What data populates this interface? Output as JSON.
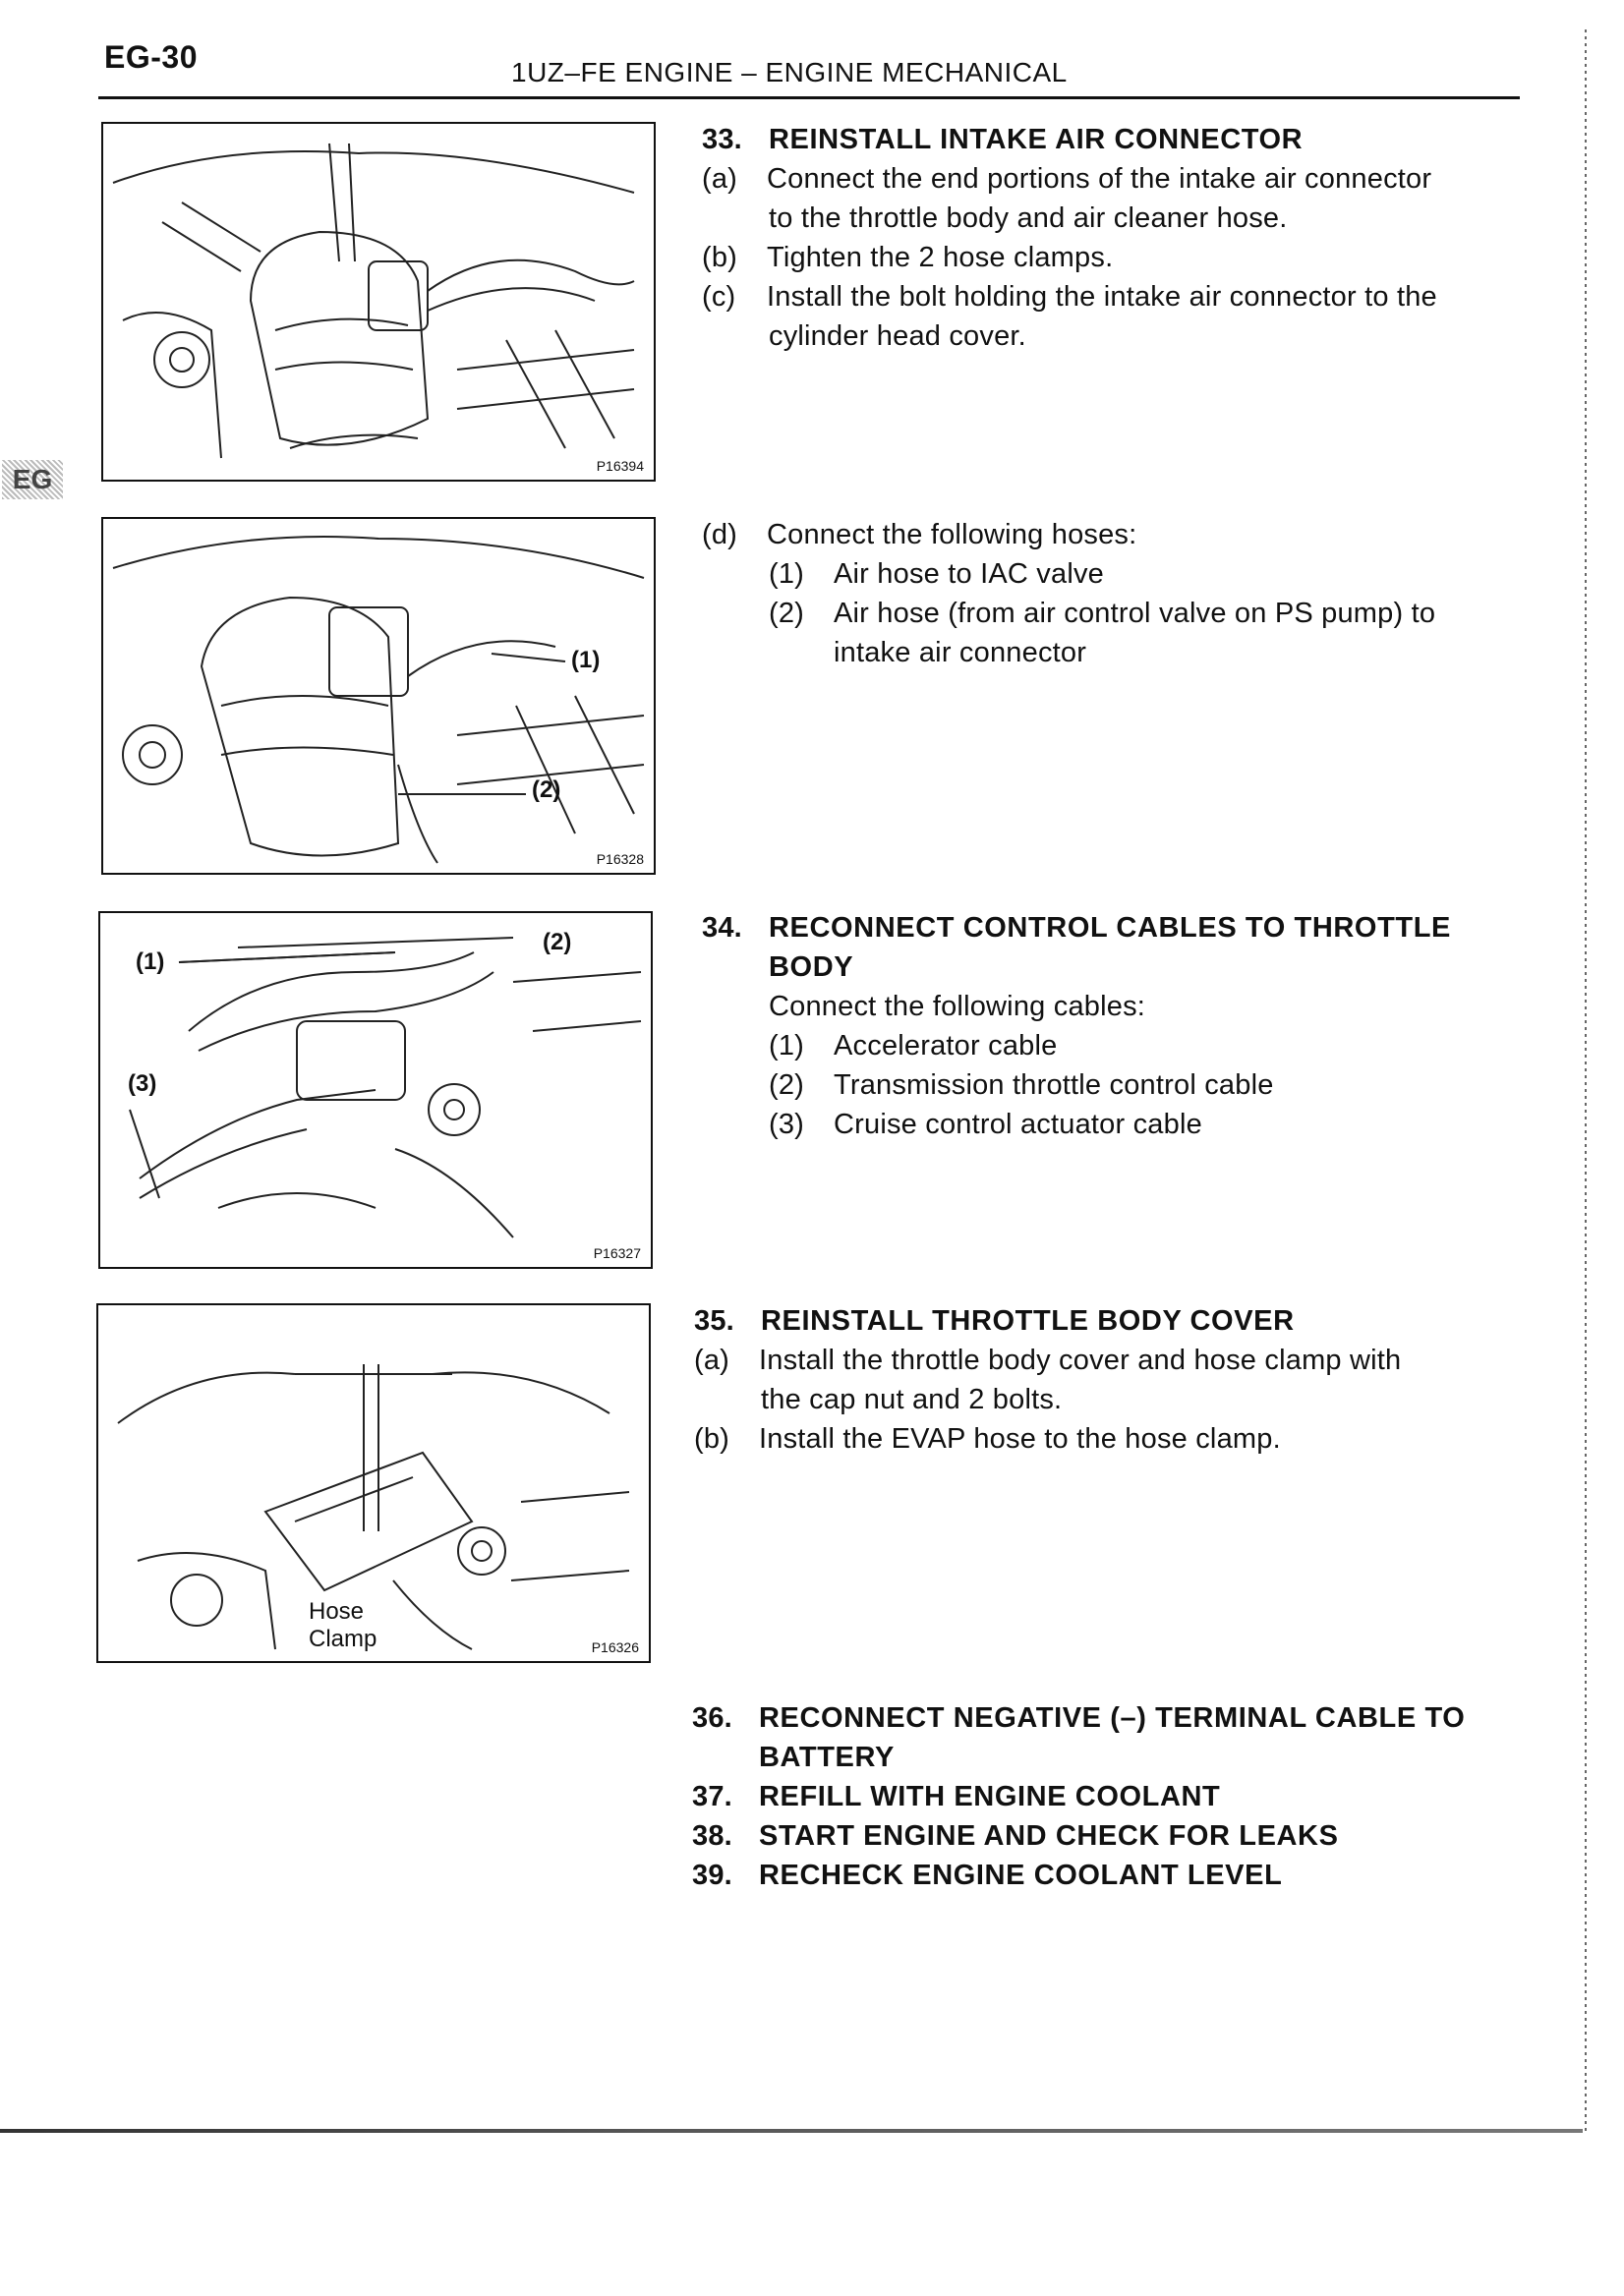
{
  "header": {
    "page_number": "EG-30",
    "title": "1UZ–FE ENGINE – ENGINE MECHANICAL",
    "side_tab": "EG"
  },
  "figures": [
    {
      "id": "P16394",
      "labels": []
    },
    {
      "id": "P16328",
      "labels": [
        "(1)",
        "(2)"
      ]
    },
    {
      "id": "P16327",
      "labels": [
        "(1)",
        "(2)",
        "(3)"
      ]
    },
    {
      "id": "P16326",
      "labels": [
        "Hose",
        "Clamp"
      ]
    }
  ],
  "steps": {
    "s33": {
      "number": "33.",
      "title": "REINSTALL INTAKE AIR CONNECTOR",
      "items": [
        {
          "tag": "(a)",
          "lines": [
            "Connect the end portions of the intake air connector",
            "to the throttle body and air cleaner hose."
          ]
        },
        {
          "tag": "(b)",
          "lines": [
            "Tighten the 2 hose clamps."
          ]
        },
        {
          "tag": "(c)",
          "lines": [
            "Install the bolt holding the intake air connector to the",
            "cylinder head cover."
          ]
        },
        {
          "tag": "(d)",
          "lines": [
            "Connect the following hoses:"
          ]
        }
      ],
      "hoses": [
        {
          "tag": "(1)",
          "lines": [
            "Air hose to IAC valve"
          ]
        },
        {
          "tag": "(2)",
          "lines": [
            "Air hose (from air control valve on PS pump) to",
            "intake air connector"
          ]
        }
      ]
    },
    "s34": {
      "number": "34.",
      "title_lines": [
        "RECONNECT CONTROL CABLES TO THROTTLE",
        "BODY"
      ],
      "intro": "Connect the following cables:",
      "items": [
        {
          "tag": "(1)",
          "text": "Accelerator cable"
        },
        {
          "tag": "(2)",
          "text": "Transmission throttle control cable"
        },
        {
          "tag": "(3)",
          "text": "Cruise control actuator cable"
        }
      ]
    },
    "s35": {
      "number": "35.",
      "title": "REINSTALL THROTTLE BODY COVER",
      "items": [
        {
          "tag": "(a)",
          "lines": [
            "Install the throttle body cover and hose clamp with",
            "the cap nut and 2 bolts."
          ]
        },
        {
          "tag": "(b)",
          "lines": [
            "Install the EVAP hose to the hose clamp."
          ]
        }
      ]
    },
    "final": [
      {
        "number": "36.",
        "lines": [
          "RECONNECT NEGATIVE (–) TERMINAL CABLE TO",
          "BATTERY"
        ]
      },
      {
        "number": "37.",
        "lines": [
          "REFILL WITH ENGINE COOLANT"
        ]
      },
      {
        "number": "38.",
        "lines": [
          "START ENGINE AND CHECK FOR LEAKS"
        ]
      },
      {
        "number": "39.",
        "lines": [
          "RECHECK ENGINE COOLANT LEVEL"
        ]
      }
    ]
  }
}
